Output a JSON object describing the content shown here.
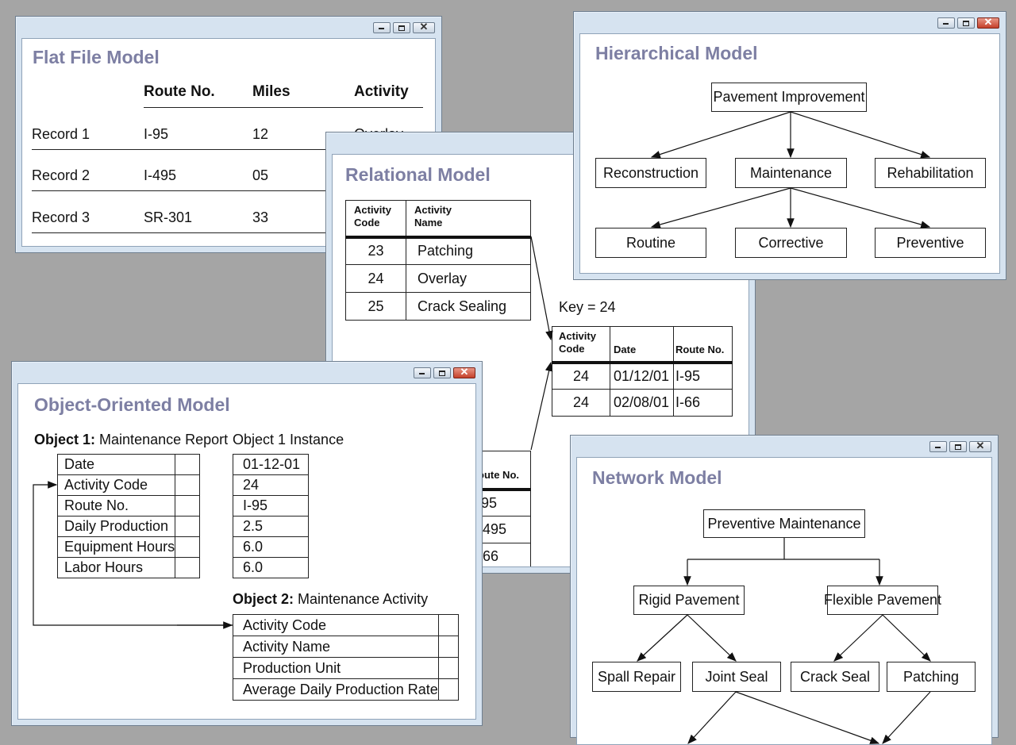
{
  "flat": {
    "title": "Flat File Model",
    "headers": [
      "Route No.",
      "Miles",
      "Activity"
    ],
    "rows": [
      {
        "label": "Record 1",
        "route": "I-95",
        "miles": "12",
        "activity": "Overlay"
      },
      {
        "label": "Record 2",
        "route": "I-495",
        "miles": "05",
        "activity": ""
      },
      {
        "label": "Record 3",
        "route": "SR-301",
        "miles": "33",
        "activity": ""
      }
    ]
  },
  "relational": {
    "title": "Relational Model",
    "activity_table": {
      "headers": [
        "Activity\nCode",
        "Activity\nName"
      ],
      "rows": [
        [
          "23",
          "Patching"
        ],
        [
          "24",
          "Overlay"
        ],
        [
          "25",
          "Crack Sealing"
        ]
      ]
    },
    "key_label": "Key = 24",
    "log_table": {
      "headers": [
        "Activity\nCode",
        "Date",
        "Route No."
      ],
      "rows": [
        [
          "24",
          "01/12/01",
          "I-95"
        ],
        [
          "24",
          "02/08/01",
          "I-66"
        ]
      ]
    },
    "lower_table": {
      "header": "oute No.",
      "rows": [
        "95",
        "-495",
        "-66"
      ]
    }
  },
  "hierarchical": {
    "title": "Hierarchical Model",
    "root": "Pavement Improvement",
    "level1": [
      "Reconstruction",
      "Maintenance",
      "Rehabilitation"
    ],
    "level2": [
      "Routine",
      "Corrective",
      "Preventive"
    ]
  },
  "object": {
    "title": "Object-Oriented Model",
    "object1_label": "Object 1:",
    "object1_name": "Maintenance Report",
    "instance_label": "Object 1 Instance",
    "object1_fields": [
      "Date",
      "Activity Code",
      "Route No.",
      "Daily Production",
      "Equipment Hours",
      "Labor Hours"
    ],
    "instance_values": [
      "01-12-01",
      "24",
      "I-95",
      "2.5",
      "6.0",
      "6.0"
    ],
    "object2_label": "Object 2:",
    "object2_name": "Maintenance Activity",
    "object2_fields": [
      "Activity Code",
      "Activity Name",
      "Production Unit",
      "Average Daily Production Rate"
    ]
  },
  "network": {
    "title": "Network Model",
    "root": "Preventive Maintenance",
    "level1": [
      "Rigid Pavement",
      "Flexible Pavement"
    ],
    "level2": [
      "Spall Repair",
      "Joint Seal",
      "Crack Seal",
      "Patching"
    ]
  },
  "window_controls": {
    "minimize_icon": "minimize-icon",
    "maximize_icon": "maximize-icon",
    "close_icon": "close-icon",
    "close_glyph": "✕"
  }
}
